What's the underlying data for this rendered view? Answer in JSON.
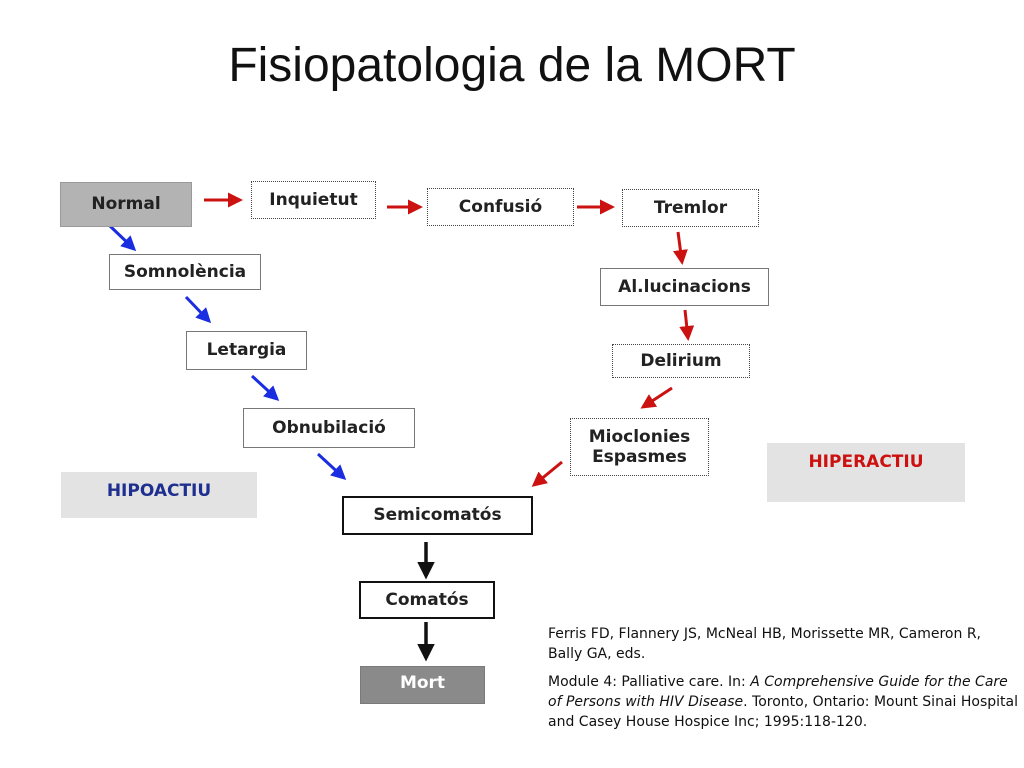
{
  "title": "Fisiopatologia de la MORT",
  "nodes": {
    "normal": "Normal",
    "inquietut": "Inquietut",
    "confusio": "Confusió",
    "tremlor": "Tremlor",
    "somnolencia": "Somnolència",
    "alucinacions": "Al.lucinacions",
    "letargia": "Letargia",
    "delirium": "Delirium",
    "obnubilacio": "Obnubilació",
    "mioclonies_line1": "Mioclonies",
    "mioclonies_line2": "Espasmes",
    "semicomatos": "Semicomatós",
    "comatos": "Comatós",
    "mort": "Mort"
  },
  "labels": {
    "hipoactiu": "HIPOACTIU",
    "hiperactiu": "HIPERACTIU"
  },
  "colors": {
    "hipoactiu_arrow": "#1a2de0",
    "hiperactiu_arrow": "#cc1111",
    "final_arrow": "#111111",
    "hipoactiu_text": "#1f2f8f",
    "hiperactiu_text": "#cc1111"
  },
  "reference": {
    "authors": "Ferris FD, Flannery JS, McNeal HB, Morissette MR, Cameron R, Bally GA, eds.",
    "module_prefix": "Module 4: Palliative care. In: ",
    "book_title": "A Comprehensive Guide for the Care of Persons with HIV Disease",
    "publisher": ". Toronto, Ontario: Mount Sinai Hospital and Casey House Hospice Inc; 1995:118-120."
  }
}
